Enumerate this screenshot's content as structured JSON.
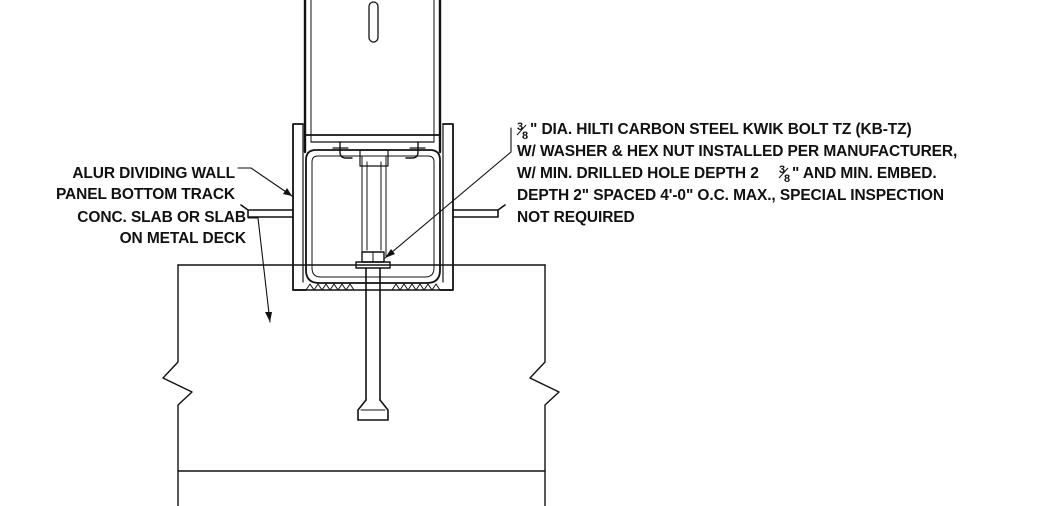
{
  "labels": {
    "track_line1": "ALUR DIVIDING WALL",
    "track_line2": "PANEL BOTTOM TRACK",
    "slab_line1": "CONC. SLAB OR SLAB",
    "slab_line2": "ON METAL DECK",
    "anchor_frac_num": "3",
    "anchor_frac_den": "8",
    "anchor_line1": "\" DIA. HILTI CARBON STEEL KWIK BOLT TZ (KB-TZ)",
    "anchor_line2": "W/ WASHER & HEX NUT INSTALLED PER MANUFACTURER,",
    "anchor_line3a": "W/ MIN. DRILLED HOLE DEPTH 2",
    "anchor_line3_frac_num": "3",
    "anchor_line3_frac_den": "8",
    "anchor_line3b": "\" AND MIN. EMBED.",
    "anchor_line4": "DEPTH 2\" SPACED 4'-0\" O.C. MAX., SPECIAL INSPECTION",
    "anchor_line5": "NOT REQUIRED"
  },
  "colors": {
    "ink": "#111111",
    "background": "#ffffff"
  }
}
